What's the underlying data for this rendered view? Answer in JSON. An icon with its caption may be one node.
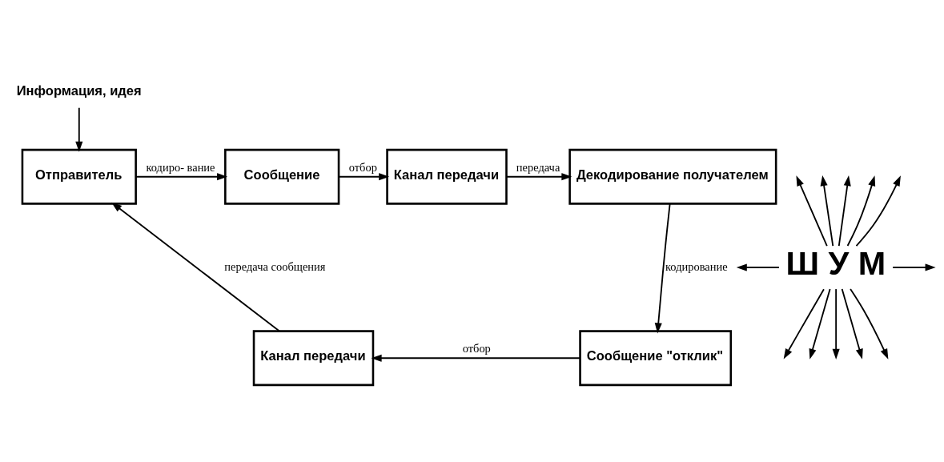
{
  "diagram": {
    "nodes": [
      {
        "text": [
          "Информация, идея"
        ]
      },
      {
        "text": [
          "Отправитель"
        ]
      },
      {
        "text": [
          "Сообщение"
        ]
      },
      {
        "text": [
          "Канал передачи"
        ]
      },
      {
        "text": [
          "Декодирование получателем"
        ]
      },
      {
        "text": [
          "Канал передачи"
        ]
      },
      {
        "text": [
          "Сообщение \"отклик\""
        ]
      },
      {
        "text": [
          "Ш У М"
        ]
      }
    ],
    "edges": [
      {
        "from": 0,
        "to": 1,
        "arrow": "to"
      },
      {
        "from": 1,
        "to": 2,
        "arrow": "to",
        "label": "кодиро- вание"
      },
      {
        "from": 2,
        "to": 3,
        "arrow": "to",
        "label": "отбор"
      },
      {
        "from": 3,
        "to": 4,
        "arrow": "to",
        "label": "передача"
      },
      {
        "from": 4,
        "to": 6,
        "arrow": "to",
        "label": "кодирование"
      },
      {
        "from": 6,
        "to": 5,
        "arrow": "to",
        "label": "отбор"
      },
      {
        "from": 5,
        "to": 1,
        "arrow": "to",
        "label": "передача сообщения"
      },
      {
        "from": 7,
        "to": null,
        "arrow": "to"
      },
      {
        "from": 7,
        "to": null,
        "arrow": "to"
      },
      {
        "from": 7,
        "to": null,
        "arrow": "to"
      },
      {
        "from": 7,
        "to": null,
        "arrow": "to"
      },
      {
        "from": 7,
        "to": null,
        "arrow": "to"
      },
      {
        "from": 7,
        "to": null,
        "arrow": "to"
      },
      {
        "from": 7,
        "to": null,
        "arrow": "to"
      },
      {
        "from": 7,
        "to": null,
        "arrow": "to"
      },
      {
        "from": 7,
        "to": null,
        "arrow": "to"
      },
      {
        "from": 7,
        "to": null,
        "arrow": "to"
      },
      {
        "from": 7,
        "to": null,
        "arrow": "to"
      },
      {
        "from": 7,
        "to": null,
        "arrow": "to"
      }
    ]
  }
}
